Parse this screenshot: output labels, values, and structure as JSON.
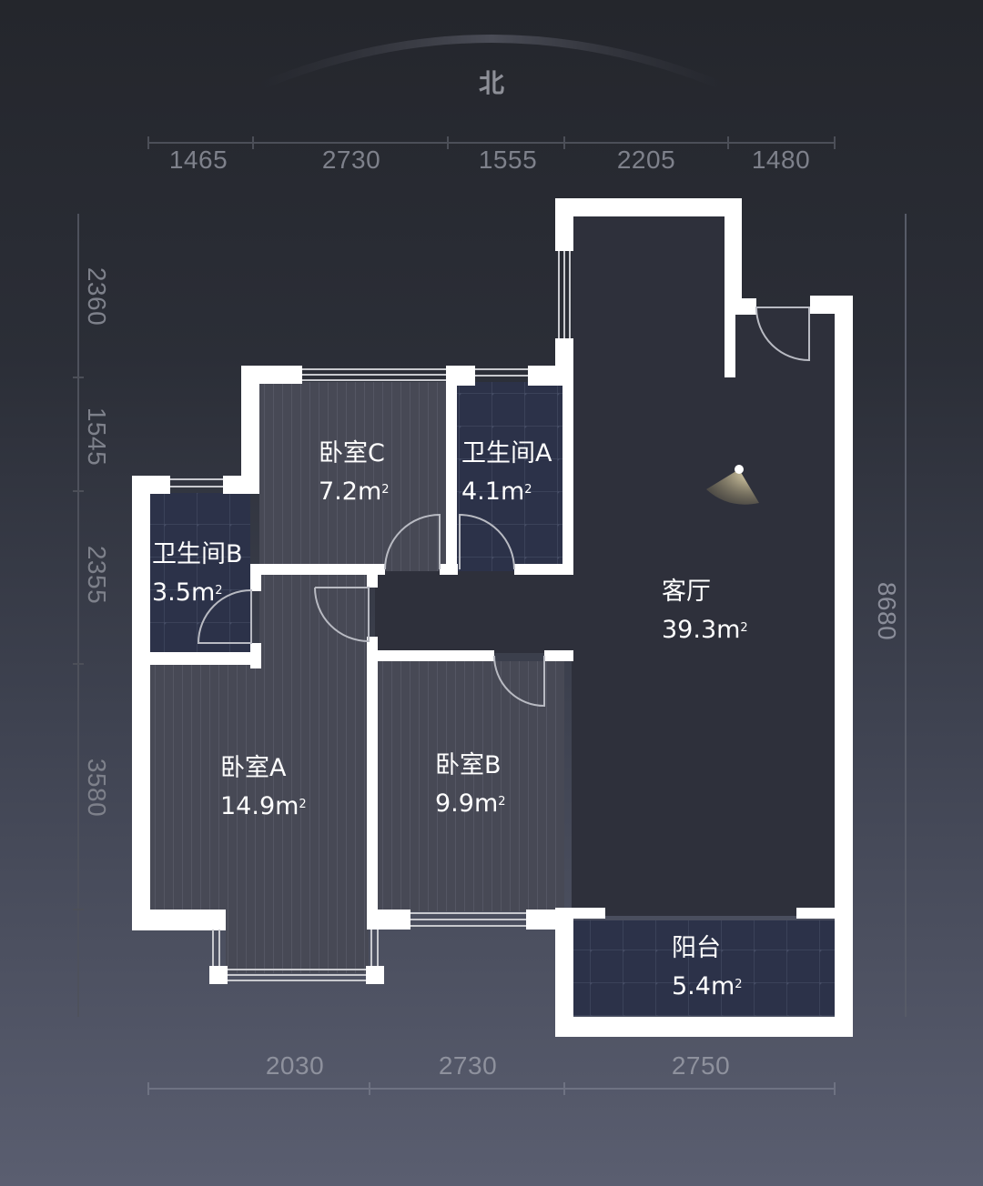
{
  "compass": {
    "label": "北",
    "icon": "north-arc-icon"
  },
  "dimensions": {
    "top": [
      "1465",
      "2730",
      "1555",
      "2205",
      "1480"
    ],
    "bottom": [
      "2030",
      "2730",
      "2750"
    ],
    "left": [
      "2360",
      "1545",
      "2355",
      "3580"
    ],
    "right": [
      "8680"
    ]
  },
  "rooms": {
    "bedroom_c": {
      "name": "卧室C",
      "area": "7.2m",
      "unit_sup": "2"
    },
    "bathroom_a": {
      "name": "卫生间A",
      "area": "4.1m",
      "unit_sup": "2"
    },
    "bathroom_b": {
      "name": "卫生间B",
      "area": "3.5m",
      "unit_sup": "2"
    },
    "living_room": {
      "name": "客厅",
      "area": "39.3m",
      "unit_sup": "2"
    },
    "bedroom_a": {
      "name": "卧室A",
      "area": "14.9m",
      "unit_sup": "2"
    },
    "bedroom_b": {
      "name": "卧室B",
      "area": "9.9m",
      "unit_sup": "2"
    },
    "balcony": {
      "name": "阳台",
      "area": "5.4m",
      "unit_sup": "2"
    }
  },
  "colors": {
    "wall": "#ffffff",
    "bedroom_floor": "#474955",
    "bathroom_floor": "#2c3249",
    "living_floor": "#2e303b",
    "view_cone": "#d9c99a"
  }
}
